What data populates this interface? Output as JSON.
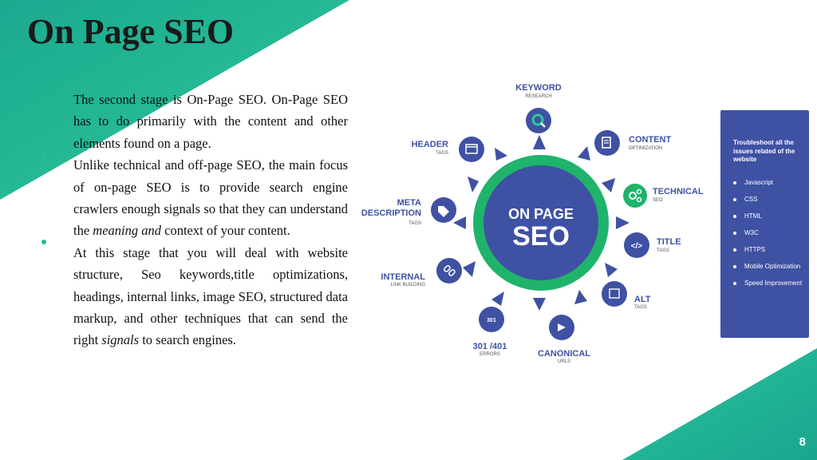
{
  "slide": {
    "title": "On Page SEO",
    "page_number": "8",
    "paragraphs": [
      {
        "text_plain": "The second stage is On-Page SEO. On-Page SEO has to do primarily with the content and other elements found on a page."
      },
      {
        "text_1": "Unlike technical and off-page SEO, the main focus of on-page SEO is to provide search engine crawlers enough signals so that they can understand the ",
        "em": "meaning and",
        "text_2": " context of your content."
      },
      {
        "text_1": "At this stage that you will deal with website structure, Seo keywords,title optimizations, headings, internal links, image SEO, structured data markup, and other techniques that can send the right ",
        "em": "signals",
        "text_2": " to search engines."
      }
    ]
  },
  "diagram": {
    "center_line1": "ON PAGE",
    "center_line2": "SEO",
    "nodes": [
      {
        "title": "KEYWORD",
        "sub": "RESEARCH",
        "icon": "magnifier-icon"
      },
      {
        "title": "CONTENT",
        "sub": "OPTIMIZATION",
        "icon": "document-icon"
      },
      {
        "title": "TECHNICAL",
        "sub": "SEO",
        "icon": "gears-icon"
      },
      {
        "title": "TITLE",
        "sub": "TAGS",
        "icon": "code-icon"
      },
      {
        "title": "ALT",
        "sub": "TAGS",
        "icon": "image-alt-icon"
      },
      {
        "title": "CANONICAL",
        "sub": "URLS",
        "icon": "arrow-right-icon"
      },
      {
        "title": "301 /401",
        "sub": "ERRORS",
        "icon": "301-badge-icon",
        "badge": "301"
      },
      {
        "title": "INTERNAL",
        "sub": "LINK BUILDING",
        "icon": "link-icon"
      },
      {
        "title": "META",
        "title2": "DESCRIPTION",
        "sub": "TAGS",
        "icon": "tag-icon"
      },
      {
        "title": "HEADER",
        "sub": "TAGS",
        "icon": "header-icon"
      }
    ]
  },
  "panel": {
    "heading": "Troubleshoot all the issues related of the website",
    "items": [
      "Javascript",
      "CSS",
      "HTML",
      "W3C",
      "HTTPS",
      "Mobile Optimization",
      "Speed Improvement"
    ]
  },
  "colors": {
    "accent_green": "#2fb79a",
    "navy": "#3f51a3",
    "ring_green": "#1fb36b"
  }
}
